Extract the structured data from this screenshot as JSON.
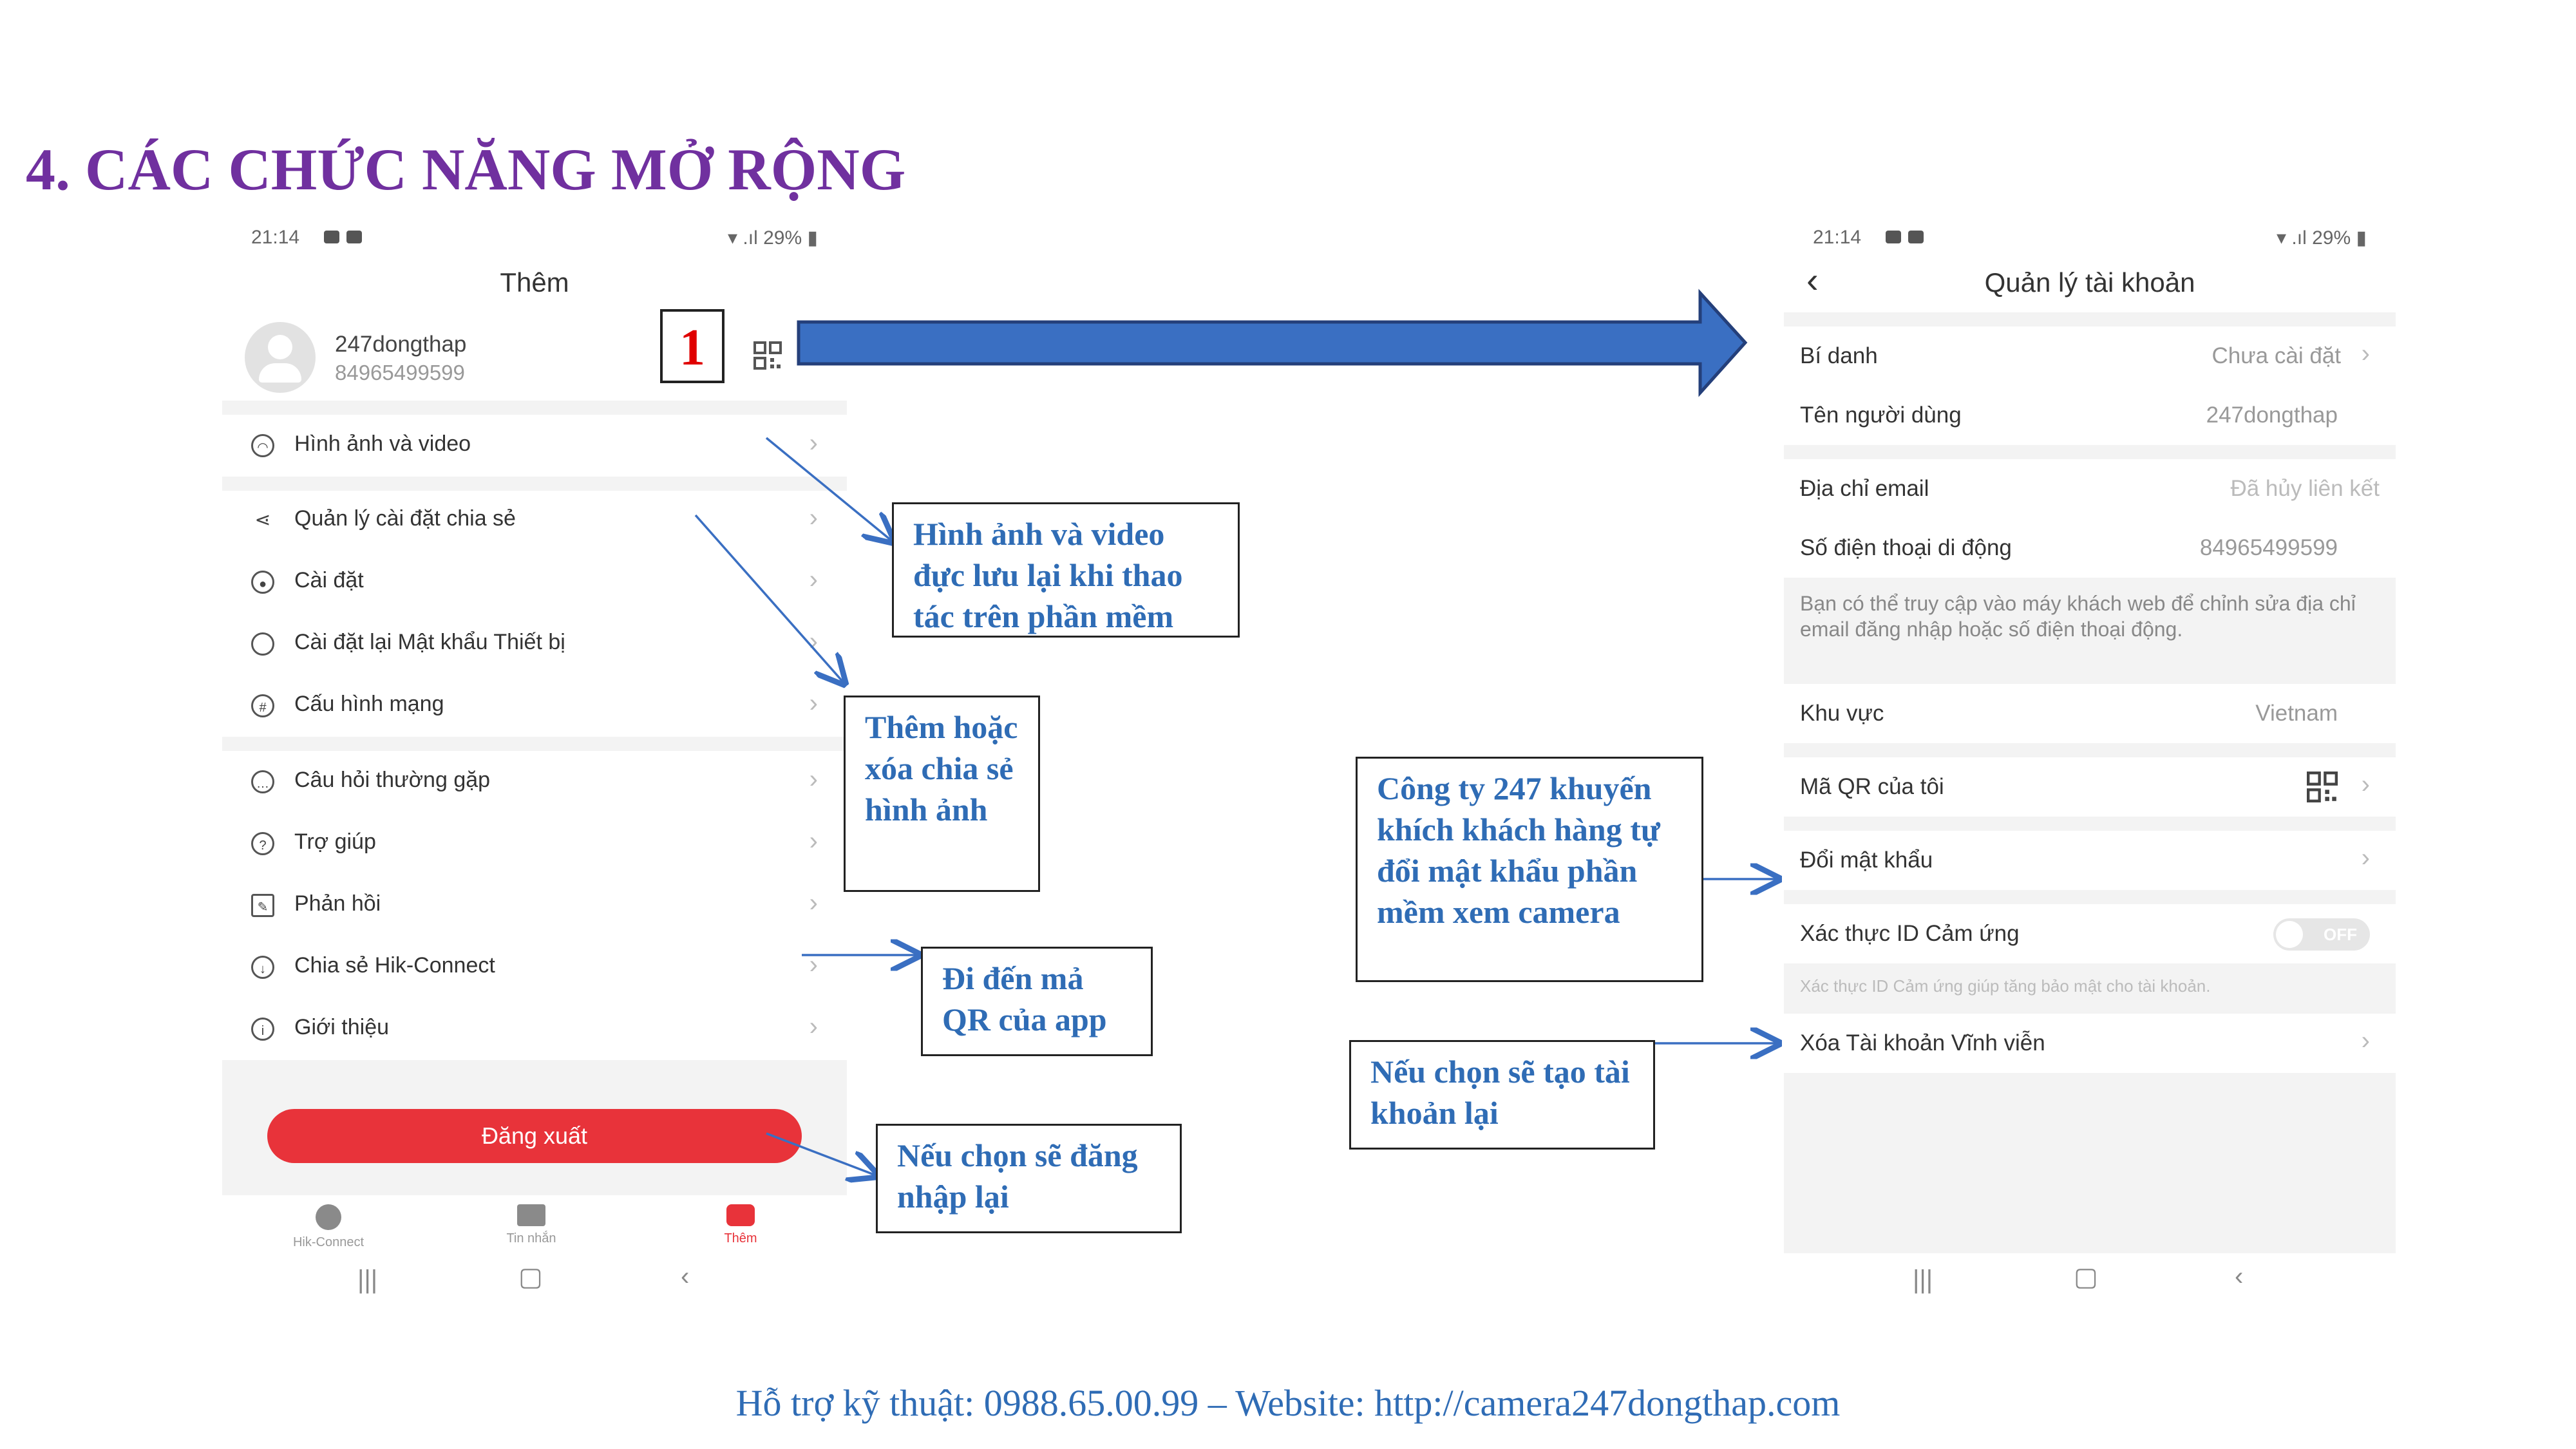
{
  "slide": {
    "title": "4. CÁC CHỨC NĂNG MỞ RỘNG",
    "footer": "Hỗ trợ kỹ thuật: 0988.65.00.99 – Website: http://camera247dongthap.com",
    "step_number": "1"
  },
  "left_phone": {
    "status": {
      "time": "21:14",
      "battery": "29%"
    },
    "title": "Thêm",
    "profile": {
      "name": "247dongthap",
      "phone": "84965499599"
    },
    "menu": [
      {
        "label": "Hình ảnh và video",
        "icon": "image-icon"
      },
      {
        "label": "Quản lý cài đặt chia sẻ",
        "icon": "share-icon"
      },
      {
        "label": "Cài đặt",
        "icon": "gear-icon"
      },
      {
        "label": "Cài đặt lại Mật khẩu Thiết bị",
        "icon": "reset-icon"
      },
      {
        "label": "Cấu hình mạng",
        "icon": "network-icon"
      },
      {
        "label": "Câu hỏi thường gặp",
        "icon": "faq-icon"
      },
      {
        "label": "Trợ giúp",
        "icon": "help-icon"
      },
      {
        "label": "Phản hồi",
        "icon": "feedback-icon"
      },
      {
        "label": "Chia sẻ Hik-Connect",
        "icon": "cloud-share-icon"
      },
      {
        "label": "Giới thiệu",
        "icon": "info-icon"
      }
    ],
    "logout_label": "Đăng xuất",
    "tabs": [
      {
        "label": "Hik-Connect"
      },
      {
        "label": "Tin nhắn"
      },
      {
        "label": "Thêm"
      }
    ],
    "accent_color": "#e8333a"
  },
  "right_phone": {
    "status": {
      "time": "21:14",
      "battery": "29%"
    },
    "title": "Quản lý tài khoản",
    "rows": {
      "nickname": {
        "label": "Bí danh",
        "value": "Chưa cài đặt"
      },
      "username": {
        "label": "Tên người dùng",
        "value": "247dongthap"
      },
      "email": {
        "label": "Địa chỉ email",
        "value": "Đã hủy liên kết"
      },
      "mobile": {
        "label": "Số điện thoại di động",
        "value": "84965499599"
      },
      "region": {
        "label": "Khu vực",
        "value": "Vietnam"
      },
      "my_qr": {
        "label": "Mã QR của tôi"
      },
      "change_password": {
        "label": "Đổi mật khẩu"
      },
      "touch_id": {
        "label": "Xác thực ID Cảm ứng",
        "toggle": "OFF"
      },
      "delete_account": {
        "label": "Xóa Tài khoản Vĩnh viễn"
      }
    },
    "email_note": "Bạn có thể truy cập vào máy khách web để chỉnh sửa địa chỉ email đăng nhập hoặc số điện thoại động.",
    "touch_note": "Xác thực ID Cảm ứng giúp tăng bảo mật cho tài khoản."
  },
  "callouts": {
    "images": "Hình ảnh và video đực lưu lại khi thao tác trên phần mềm",
    "share": "Thêm hoặc xóa chia sẻ hình ảnh",
    "qr": "Đi đến mả QR của app",
    "logout": "Nếu chọn sẽ đăng nhập lại",
    "password": "Công ty 247 khuyến khích khách hàng tự đổi mật khẩu phần mềm xem camera",
    "delete": "Nếu chọn sẽ tạo tài khoản lại"
  },
  "colors": {
    "title": "#70309f",
    "callout_text": "#2f6cb5",
    "big_arrow": "#3a6fc2"
  }
}
